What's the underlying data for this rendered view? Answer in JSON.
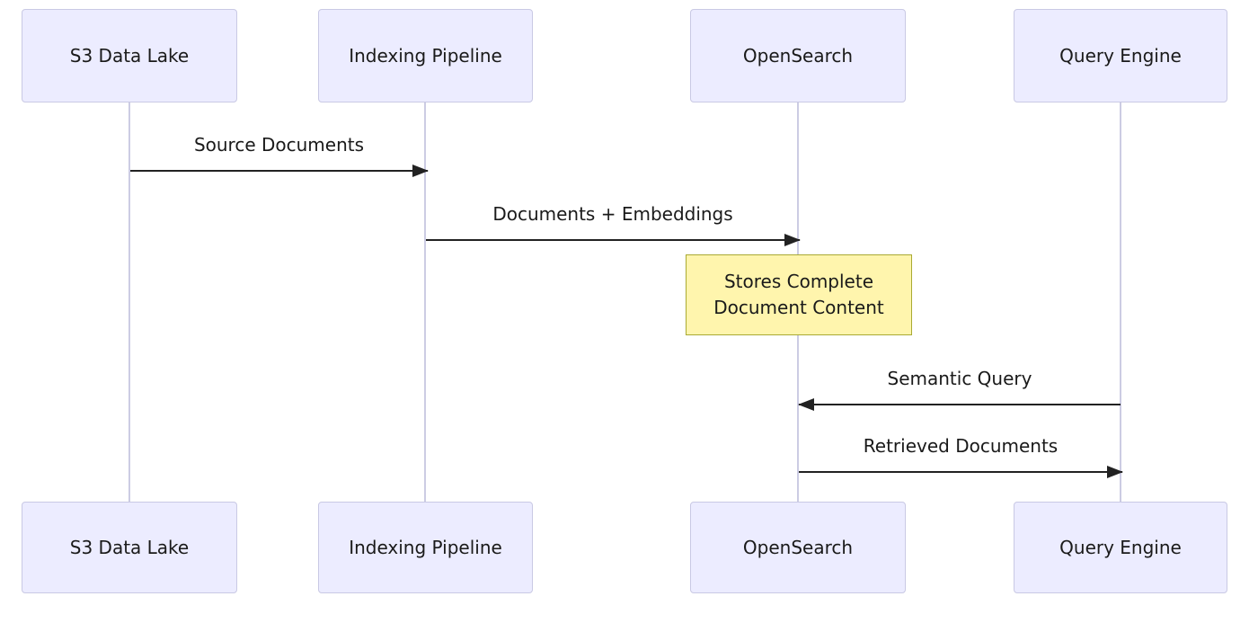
{
  "diagram": {
    "type": "sequence-diagram",
    "actors": [
      {
        "id": "s3-data-lake",
        "name": "S3 Data Lake"
      },
      {
        "id": "indexing-pipeline",
        "name": "Indexing Pipeline"
      },
      {
        "id": "opensearch",
        "name": "OpenSearch"
      },
      {
        "id": "query-engine",
        "name": "Query Engine"
      }
    ],
    "messages": [
      {
        "label": "Source Documents",
        "from": "S3 Data Lake",
        "to": "Indexing Pipeline",
        "direction": "right"
      },
      {
        "label": "Documents + Embeddings",
        "from": "Indexing Pipeline",
        "to": "OpenSearch",
        "direction": "right"
      },
      {
        "label": "Semantic Query",
        "from": "Query Engine",
        "to": "OpenSearch",
        "direction": "left"
      },
      {
        "label": "Retrieved Documents",
        "from": "OpenSearch",
        "to": "Query Engine",
        "direction": "right"
      }
    ],
    "note": {
      "text": "Stores Complete Document Content",
      "over": "OpenSearch"
    },
    "colors": {
      "actor_fill": "#ECECFF",
      "actor_border": "#C9C9E4",
      "lifeline": "#CCCCE3",
      "note_fill": "#FFF5AD",
      "note_border": "#AAAA33",
      "message_line": "#222222",
      "text": "#1A1A1A",
      "background": "#FFFFFF"
    }
  }
}
